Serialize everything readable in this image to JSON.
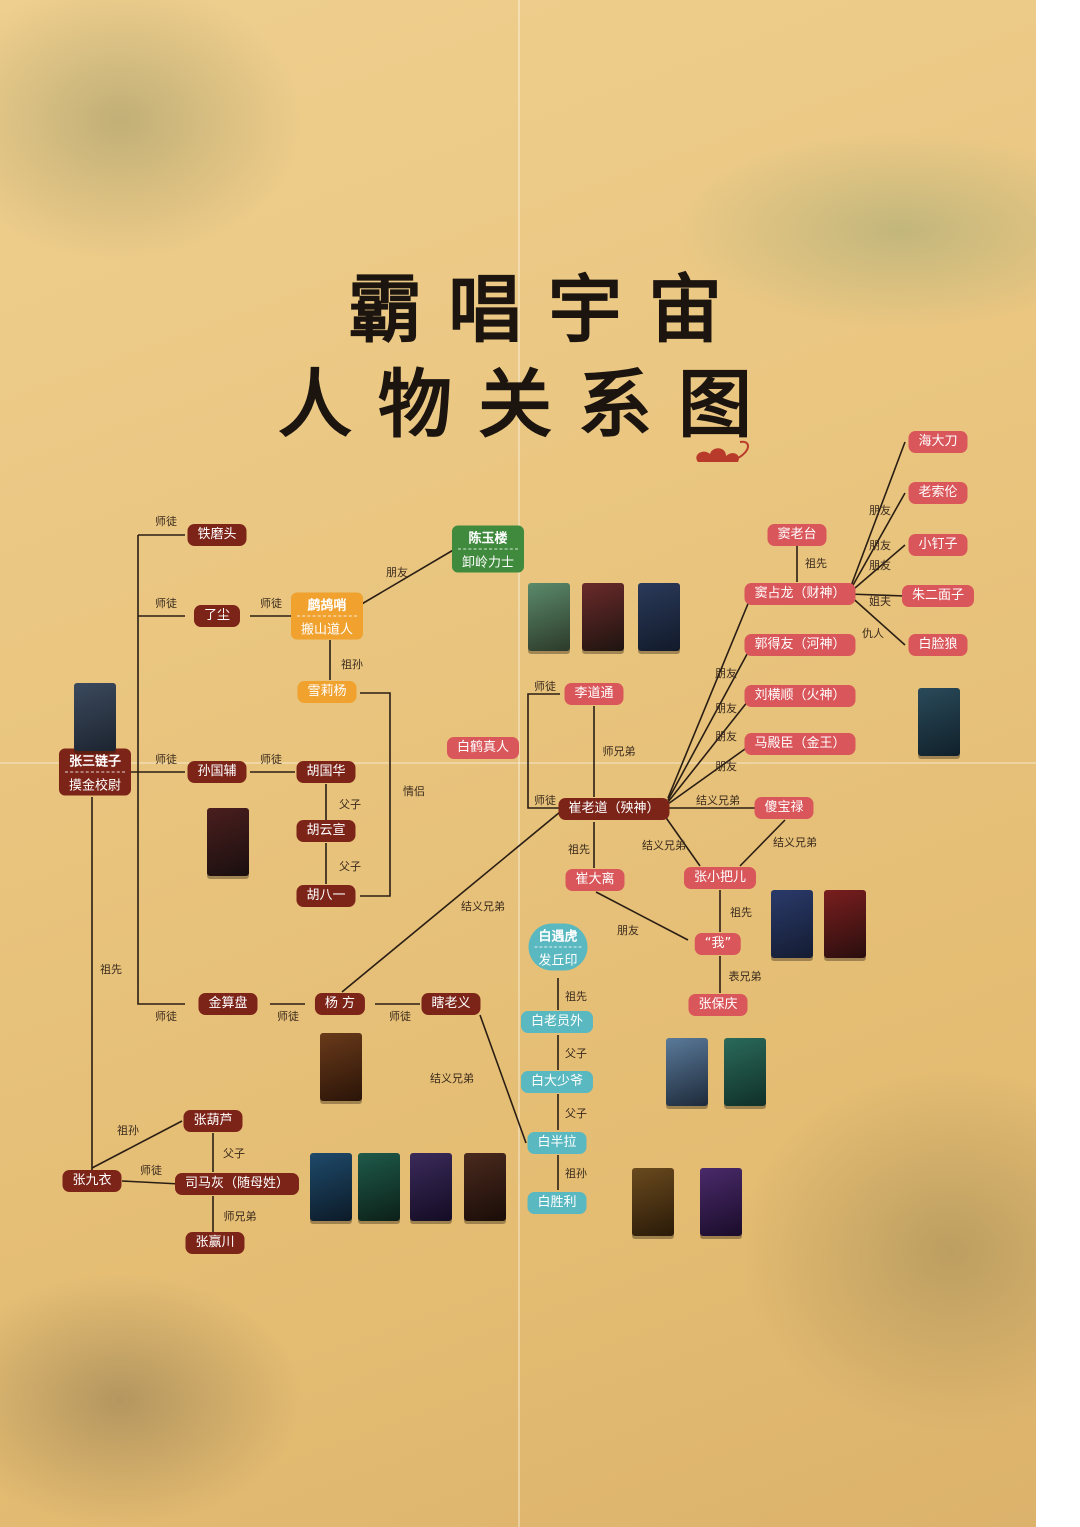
{
  "title": {
    "line1": "霸唱宇宙",
    "line2": "人物关系图"
  },
  "nodes": {
    "tiemotou": "铁磨头",
    "liaochen": "了尘",
    "zhangsanlianzi": "张三链子",
    "mojinxiaowei": "摸金校尉",
    "sunguofu": "孙国辅",
    "huguohua": "胡国华",
    "huyunxuan": "胡云宣",
    "hubayi": "胡八一",
    "zhegushao": "鹧鸪哨",
    "banshandaoren": "搬山道人",
    "xueliyang": "雪莉杨",
    "chenyulou": "陈玉楼",
    "xielinglishi": "卸岭力士",
    "jinsuanpan": "金算盘",
    "yangfang": "杨 方",
    "xialaoyi": "瞎老义",
    "zhangjiuyi": "张九衣",
    "zhanghulu": "张葫芦",
    "simahui": "司马灰（随母姓）",
    "zhangyingchuan": "张赢川",
    "baiheszhenren": "白鹤真人",
    "lidaotong": "李道通",
    "cuilaodao": "崔老道（殃神）",
    "cuidali": "崔大离",
    "baiyuhu": "白遇虎",
    "faqiuyin": "发丘印",
    "bailaoyuanwai": "白老员外",
    "baidashaoye": "白大少爷",
    "baibanla": "白半拉",
    "baishengli": "白胜利",
    "doulaotai": "窦老台",
    "douzhanlong": "窦占龙（财神）",
    "guodeyou": "郭得友（河神）",
    "liuhengshun": "刘横顺（火神）",
    "madianchen": "马殿臣（金王）",
    "shabaolu": "傻宝禄",
    "zhangxiaobaer": "张小把儿",
    "wo": "“我”",
    "zhangbaoqing": "张保庆",
    "haidadao": "海大刀",
    "laosuolun": "老索伦",
    "xiaodingzi": "小钉子",
    "zhuermianzi": "朱二面子",
    "bailianlang": "白脸狼"
  },
  "relations": {
    "shitu": "师徒",
    "pengyou": "朋友",
    "zusun": "祖孙",
    "fuzi": "父子",
    "qinglv": "情侣",
    "zuxian": "祖先",
    "shixiongdi": "师兄弟",
    "jieyi": "结义兄弟",
    "biaoxiongdi": "表兄弟",
    "jiefu": "姐夫",
    "chouren": "仇人"
  },
  "colors": {
    "dark": "#7d2419",
    "pink": "#d9565a",
    "orange": "#f0a12e",
    "teal": "#5ab8c0",
    "green": "#3f8a3d",
    "line": "#2a1e14"
  }
}
